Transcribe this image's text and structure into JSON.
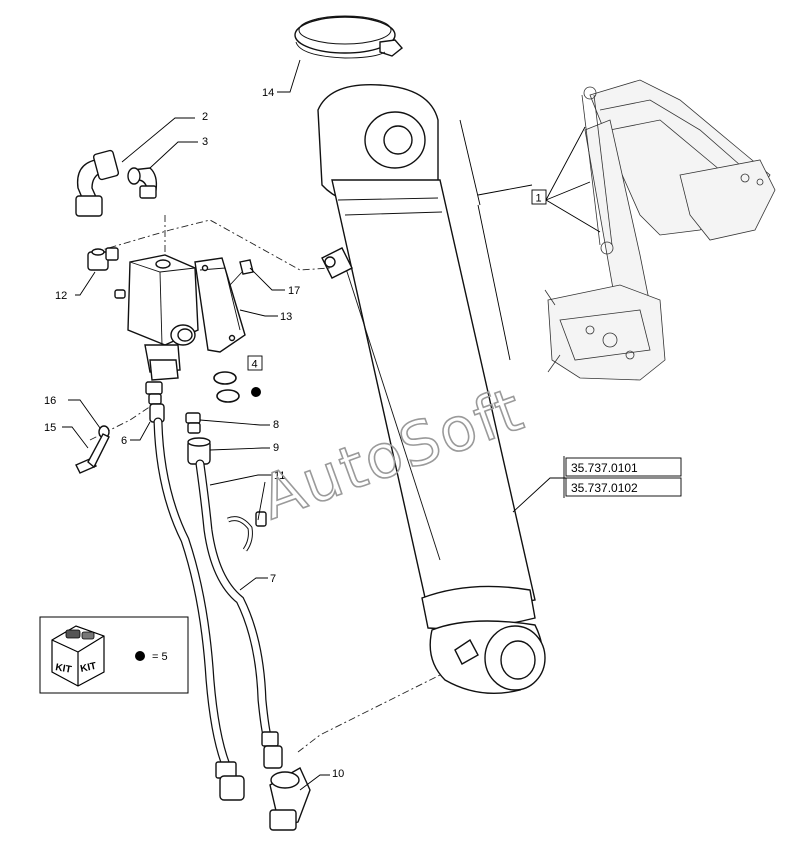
{
  "watermark": "AutoSoft",
  "callouts": [
    {
      "id": "c14",
      "label": "14"
    },
    {
      "id": "c2",
      "label": "2"
    },
    {
      "id": "c3",
      "label": "3"
    },
    {
      "id": "c12",
      "label": "12"
    },
    {
      "id": "c17",
      "label": "17"
    },
    {
      "id": "c13",
      "label": "13"
    },
    {
      "id": "c4",
      "label": "4"
    },
    {
      "id": "c16",
      "label": "16"
    },
    {
      "id": "c15",
      "label": "15"
    },
    {
      "id": "c6",
      "label": "6"
    },
    {
      "id": "c8",
      "label": "8"
    },
    {
      "id": "c9",
      "label": "9"
    },
    {
      "id": "c11",
      "label": "11"
    },
    {
      "id": "c7",
      "label": "7"
    },
    {
      "id": "c10",
      "label": "10"
    },
    {
      "id": "c1",
      "label": "1"
    }
  ],
  "references": [
    "35.737.0101",
    "35.737.0102"
  ],
  "kit": {
    "badge_left": "KIT",
    "badge_right": "KIT",
    "legend": "= 5",
    "bullet_icon": "filled-circle-icon"
  },
  "colors": {
    "line": "#111111",
    "watermark": "#9a9a9a",
    "background": "#ffffff"
  }
}
